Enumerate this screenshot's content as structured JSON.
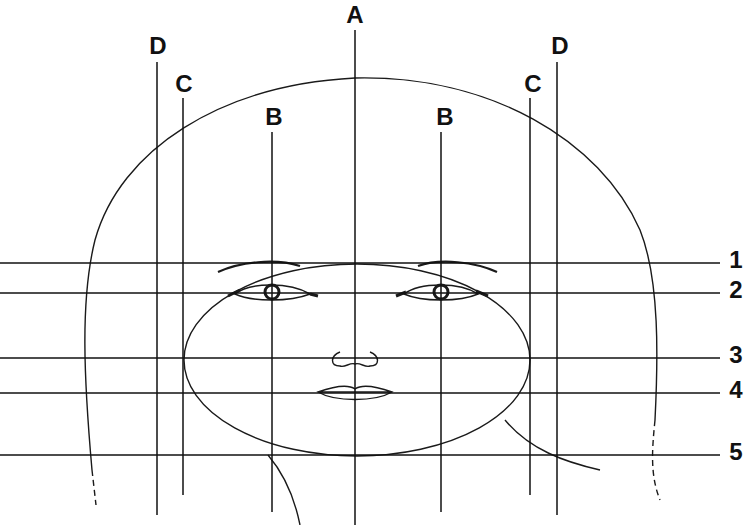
{
  "diagram": {
    "labels": [
      "D",
      "C",
      "B",
      "A",
      "B",
      "C",
      "D",
      "1",
      "2",
      "3",
      "4",
      "5"
    ]
  }
}
